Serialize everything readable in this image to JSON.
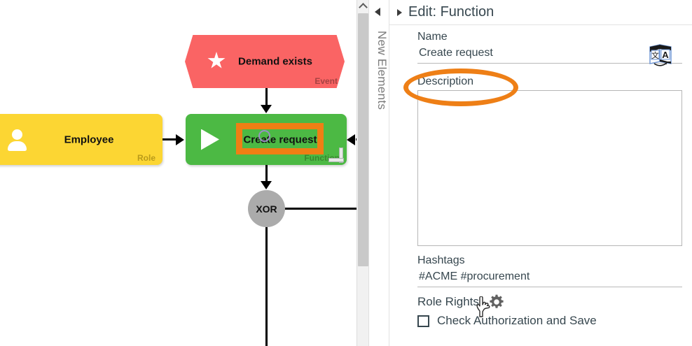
{
  "canvas": {
    "nodes": [
      {
        "id": "demand-exists",
        "label": "Demand exists",
        "type_label": "Event",
        "icon": "star-icon",
        "color": "#fa6464"
      },
      {
        "id": "employee",
        "label": "Employee",
        "type_label": "Role",
        "icon": "person-icon",
        "color": "#fcd633"
      },
      {
        "id": "create-request",
        "label": "Create request",
        "type_label": "Function",
        "icon": "play-icon",
        "color": "#4cb944",
        "selected": true,
        "selection_color": "#ef7f14"
      },
      {
        "id": "gateway-xor",
        "label": "XOR",
        "type_label": "",
        "icon": "gateway-icon",
        "color": "#ababab"
      }
    ],
    "scrollbar": {
      "up_arrow": "chevron-up-icon"
    }
  },
  "panel": {
    "collapse_icon": "chevron-left-icon",
    "expand_icon": "triangle-right-icon",
    "title": "Edit: Function",
    "vertical_tab": "New Elements",
    "fields": {
      "name_label": "Name",
      "name_value": "Create request",
      "name_placeholder": "",
      "translate_icon": "translate-icon",
      "description_label": "Description",
      "description_value": "",
      "description_placeholder": "",
      "hashtags_label": "Hashtags",
      "hashtags_value": "#ACME #procurement",
      "hashtags_placeholder": "",
      "role_rights_label": "Role Rights",
      "role_rights_icon": "gear-icon",
      "check_authorization_label": "Check Authorization and Save",
      "check_authorization_checked": false
    }
  },
  "annotation": {
    "shape": "ellipse",
    "color": "#ee7f16",
    "target": "role-rights-gear"
  },
  "cursor": {
    "icon": "pointer-hand-cursor"
  }
}
